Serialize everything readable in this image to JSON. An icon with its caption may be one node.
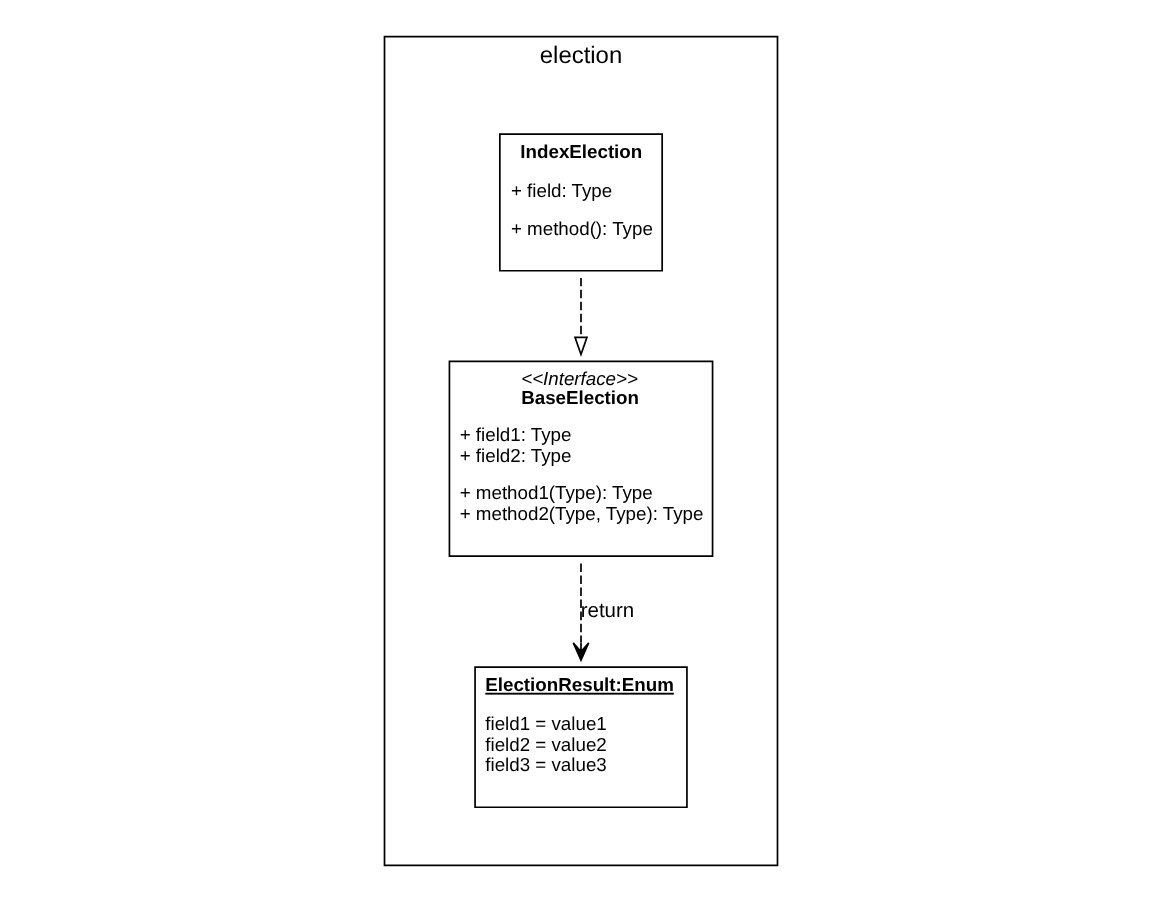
{
  "diagram": {
    "nodes": [
      {
        "text": [
          "election"
        ]
      },
      {
        "text": [
          "<<Interface>>",
          "BaseElection",
          "+ field1: Type",
          "+ field2: Type",
          "+ method1(Type): Type",
          "+ method2(Type, Type): Type"
        ],
        "in": 0
      },
      {
        "text": [
          "ElectionResult:Enum",
          "field1 = value1",
          "field2 = value2",
          "field3 = value3"
        ],
        "in": 0
      },
      {
        "text": [
          "IndexElection",
          "+ field: Type",
          "+ method(): Type"
        ],
        "in": 0
      }
    ],
    "edges": [
      {
        "from": 1,
        "to": 2,
        "arrow": "to",
        "style": "dashed",
        "label": "return"
      },
      {
        "from": 3,
        "to": 1,
        "arrow": "to",
        "style": "dashed"
      }
    ]
  }
}
